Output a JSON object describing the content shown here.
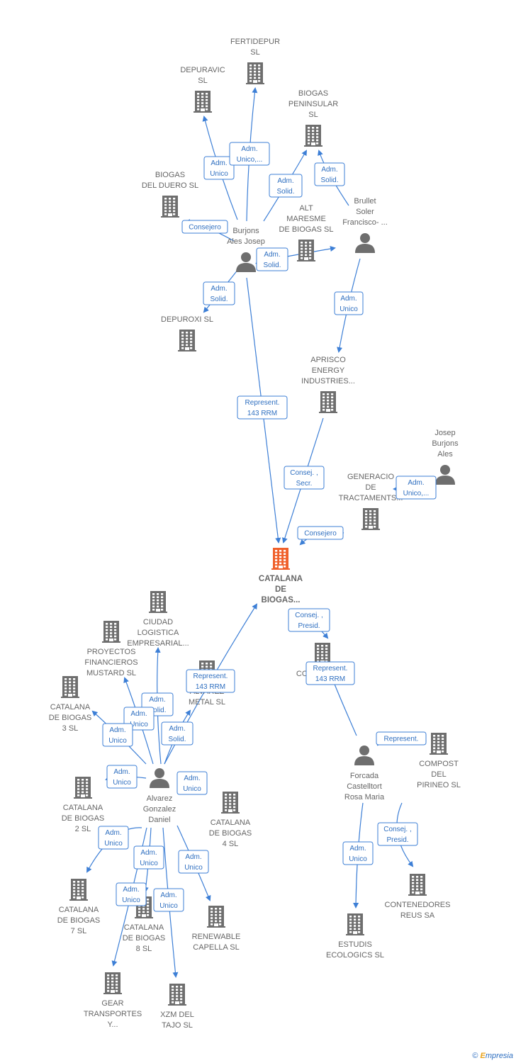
{
  "colors": {
    "edge": "#3d7fd6",
    "node": "#6e6e6e",
    "center": "#f0602b",
    "text": "#666666"
  },
  "nodes": [
    {
      "id": "fertidepur",
      "type": "company",
      "lines": [
        "FERTIDEPUR",
        "SL"
      ]
    },
    {
      "id": "depuravic",
      "type": "company",
      "lines": [
        "DEPURAVIC",
        "SL"
      ]
    },
    {
      "id": "biogas_peninsular",
      "type": "company",
      "lines": [
        "BIOGAS",
        "PENINSULAR",
        "SL"
      ]
    },
    {
      "id": "biogas_duero",
      "type": "company",
      "lines": [
        "BIOGAS",
        "DEL DUERO SL"
      ]
    },
    {
      "id": "burjons_josep",
      "type": "person",
      "lines": [
        "Burjons",
        "Ales Josep"
      ]
    },
    {
      "id": "alt_maresme",
      "type": "company",
      "lines": [
        "ALT",
        "MARESME",
        "DE BIOGAS  SL"
      ]
    },
    {
      "id": "brullet",
      "type": "person",
      "lines": [
        "Brullet",
        "Soler",
        "Francisco- ..."
      ]
    },
    {
      "id": "depuroxi",
      "type": "company",
      "lines": [
        "DEPUROXI SL"
      ]
    },
    {
      "id": "aprisco",
      "type": "company",
      "lines": [
        "APRISCO",
        "ENERGY",
        "INDUSTRIES..."
      ]
    },
    {
      "id": "josep_ales",
      "type": "person",
      "lines": [
        "Josep",
        "Burjons",
        "Ales"
      ]
    },
    {
      "id": "generacio",
      "type": "company",
      "lines": [
        "GENERACIO",
        "DE",
        "TRACTAMENTS..."
      ]
    },
    {
      "id": "catalana_center",
      "type": "center",
      "lines": [
        "CATALANA",
        "DE",
        "BIOGAS..."
      ]
    },
    {
      "id": "ciudad_logistica",
      "type": "company",
      "lines": [
        "CIUDAD",
        "LOGISTICA",
        "EMPRESARIAL..."
      ]
    },
    {
      "id": "proyectos",
      "type": "company",
      "lines": [
        "PROYECTOS",
        "FINANCIEROS",
        "MUSTARD  SL"
      ]
    },
    {
      "id": "alvarez_metal",
      "type": "company",
      "lines": [
        "ALVAREZ",
        "METAL  SL"
      ]
    },
    {
      "id": "consulta",
      "type": "company",
      "lines": [
        "CONSULTA  SL"
      ]
    },
    {
      "id": "catalana3",
      "type": "company",
      "lines": [
        "CATALANA",
        "DE BIOGAS",
        "3  SL"
      ]
    },
    {
      "id": "alvarez_daniel",
      "type": "person",
      "lines": [
        "Alvarez",
        "Gonzalez",
        "Daniel"
      ]
    },
    {
      "id": "forcada",
      "type": "person",
      "lines": [
        "Forcada",
        "Castelltort",
        "Rosa Maria"
      ]
    },
    {
      "id": "compost",
      "type": "company",
      "lines": [
        "COMPOST",
        "DEL",
        "PIRINEO SL"
      ]
    },
    {
      "id": "catalana2",
      "type": "company",
      "lines": [
        "CATALANA",
        "DE BIOGAS",
        "2  SL"
      ]
    },
    {
      "id": "catalana4",
      "type": "company",
      "lines": [
        "CATALANA",
        "DE BIOGAS",
        "4  SL"
      ]
    },
    {
      "id": "catalana7",
      "type": "company",
      "lines": [
        "CATALANA",
        "DE BIOGAS",
        "7  SL"
      ]
    },
    {
      "id": "catalana8",
      "type": "company",
      "lines": [
        "CATALANA",
        "DE BIOGAS",
        "8  SL"
      ]
    },
    {
      "id": "renewable",
      "type": "company",
      "lines": [
        "RENEWABLE",
        "CAPELLA  SL"
      ]
    },
    {
      "id": "gear",
      "type": "company",
      "lines": [
        "GEAR",
        "TRANSPORTES",
        "Y..."
      ]
    },
    {
      "id": "xzm",
      "type": "company",
      "lines": [
        "XZM DEL",
        "TAJO SL"
      ]
    },
    {
      "id": "estudis",
      "type": "company",
      "lines": [
        "ESTUDIS",
        "ECOLOGICS SL"
      ]
    },
    {
      "id": "contenedores",
      "type": "company",
      "lines": [
        "CONTENEDORES",
        "REUS SA"
      ]
    }
  ],
  "edges": [
    {
      "id": "e1",
      "from": "burjons_josep",
      "to": "depuravic",
      "lines": [
        "Adm.",
        "Unico"
      ]
    },
    {
      "id": "e2",
      "from": "burjons_josep",
      "to": "fertidepur",
      "lines": [
        "Adm.",
        "Unico,..."
      ]
    },
    {
      "id": "e3",
      "from": "burjons_josep",
      "to": "biogas_peninsular",
      "lines": [
        "Adm.",
        "Solid."
      ]
    },
    {
      "id": "e4",
      "from": "brullet",
      "to": "biogas_peninsular",
      "lines": [
        "Adm.",
        "Solid."
      ]
    },
    {
      "id": "e5",
      "from": "burjons_josep",
      "to": "biogas_duero",
      "lines": [
        "Consejero"
      ]
    },
    {
      "id": "e6",
      "from": "burjons_josep",
      "to": "alt_maresme",
      "lines": [
        "Adm.",
        "Solid."
      ]
    },
    {
      "id": "e7",
      "from": "burjons_josep",
      "to": "depuroxi",
      "lines": [
        "Adm.",
        "Solid."
      ]
    },
    {
      "id": "e8",
      "from": "brullet",
      "to": "aprisco",
      "lines": [
        "Adm.",
        "Unico"
      ]
    },
    {
      "id": "e9",
      "from": "burjons_josep",
      "to": "catalana_center",
      "lines": [
        "Represent.",
        "143 RRM"
      ]
    },
    {
      "id": "e10",
      "from": "aprisco",
      "to": "catalana_center",
      "lines": [
        "Consej. ,",
        "Secr."
      ]
    },
    {
      "id": "e11",
      "from": "josep_ales",
      "to": "generacio",
      "lines": [
        "Adm.",
        "Unico,..."
      ]
    },
    {
      "id": "e12",
      "from": "generacio",
      "to": "catalana_center",
      "lines": [
        "Consejero"
      ]
    },
    {
      "id": "e13",
      "from": "alvarez_daniel",
      "to": "catalana_center",
      "lines": [
        "Represent.",
        "143 RRM"
      ]
    },
    {
      "id": "e14",
      "from": "catalana_center",
      "to": "consulta",
      "lines": [
        "Consej. ,",
        "Presid."
      ]
    },
    {
      "id": "e15",
      "from": "forcada",
      "to": "consulta",
      "lines": [
        "Represent.",
        "143 RRM"
      ]
    },
    {
      "id": "e16",
      "from": "alvarez_daniel",
      "to": "ciudad_logistica",
      "lines": [
        "Adm.",
        "Solid."
      ]
    },
    {
      "id": "e17",
      "from": "alvarez_daniel",
      "to": "proyectos",
      "lines": [
        "Adm.",
        "Unico"
      ]
    },
    {
      "id": "e18",
      "from": "alvarez_daniel",
      "to": "catalana3",
      "lines": [
        "Adm.",
        "Unico"
      ]
    },
    {
      "id": "e19",
      "from": "alvarez_daniel",
      "to": "alvarez_metal",
      "lines": [
        "Adm.",
        "Solid."
      ]
    },
    {
      "id": "e20",
      "from": "alvarez_daniel",
      "to": "catalana2",
      "lines": [
        "Adm.",
        "Unico"
      ]
    },
    {
      "id": "e21",
      "from": "alvarez_daniel",
      "to": "catalana4",
      "lines": [
        "Adm.",
        "Unico"
      ]
    },
    {
      "id": "e22",
      "from": "alvarez_daniel",
      "to": "catalana7",
      "lines": [
        "Adm.",
        "Unico"
      ]
    },
    {
      "id": "e23",
      "from": "alvarez_daniel",
      "to": "catalana8",
      "lines": [
        "Adm.",
        "Unico"
      ]
    },
    {
      "id": "e24",
      "from": "alvarez_daniel",
      "to": "renewable",
      "lines": [
        "Adm.",
        "Unico"
      ]
    },
    {
      "id": "e25",
      "from": "alvarez_daniel",
      "to": "gear",
      "lines": [
        "Adm.",
        "Unico"
      ]
    },
    {
      "id": "e26",
      "from": "alvarez_daniel",
      "to": "xzm",
      "lines": [
        "Adm.",
        "Unico"
      ]
    },
    {
      "id": "e27",
      "from": "forcada",
      "to": "compost",
      "lines": [
        "Represent."
      ]
    },
    {
      "id": "e28",
      "from": "forcada",
      "to": "estudis",
      "lines": [
        "Adm.",
        "Unico"
      ]
    },
    {
      "id": "e29",
      "from": "forcada",
      "to": "contenedores",
      "lines": [
        "Consej. ,",
        "Presid."
      ]
    }
  ],
  "footer": {
    "copyright": "©",
    "brand_initial": "E",
    "brand_rest": "mpresia"
  }
}
